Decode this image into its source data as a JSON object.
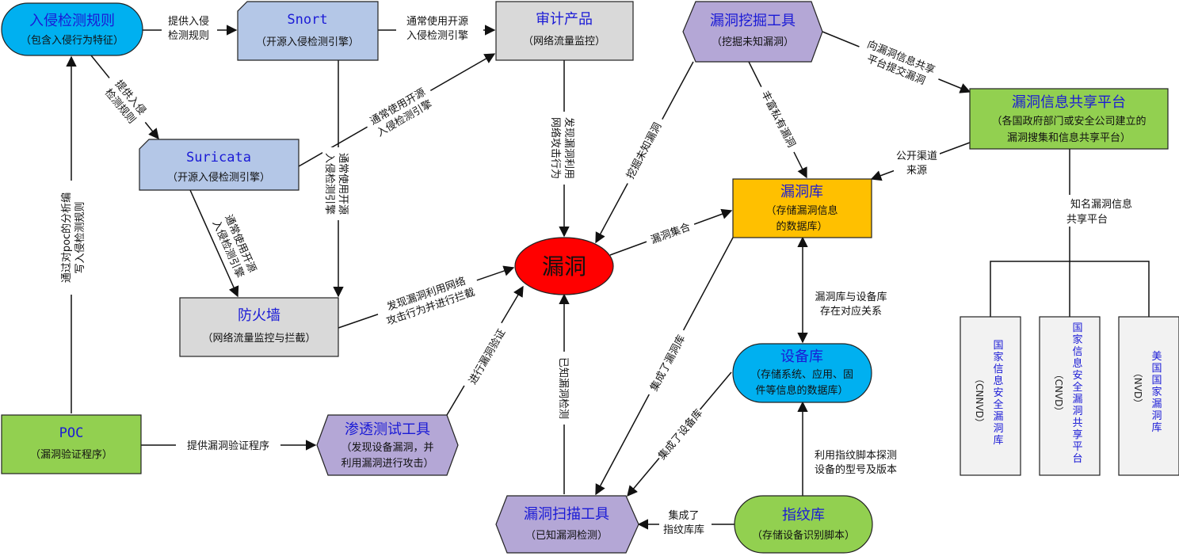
{
  "nodes": {
    "ids_rules": {
      "title": "入侵检测规则",
      "sub": "（包含入侵行为特征）",
      "color": "#00b0f0"
    },
    "snort": {
      "title": "Snort",
      "sub": "（开源入侵检测引擎）",
      "color": "#b4c7e7"
    },
    "audit": {
      "title": "审计产品",
      "sub": "（网络流量监控）",
      "color": "#d9d9d9"
    },
    "mining_tool": {
      "title": "漏洞挖掘工具",
      "sub": "（挖掘未知漏洞）",
      "color": "#b4a7d6"
    },
    "share_platform": {
      "title": "漏洞信息共享平台",
      "sub1": "（各国政府部门或安全公司建立的",
      "sub2": "漏洞搜集和信息共享平台）",
      "color": "#92d050"
    },
    "suricata": {
      "title": "Suricata",
      "sub": "（开源入侵检测引擎）",
      "color": "#b4c7e7"
    },
    "vuln_db": {
      "title": "漏洞库",
      "sub1": "（存储漏洞信息",
      "sub2": "的数据库）",
      "color": "#ffc000"
    },
    "vuln": {
      "title": "漏洞",
      "color": "#ff0000"
    },
    "firewall": {
      "title": "防火墙",
      "sub": "（网络流量监控与拦截）",
      "color": "#d9d9d9"
    },
    "device_db": {
      "title": "设备库",
      "sub1": "（存储系统、应用、固",
      "sub2": "件等信息的数据库）",
      "color": "#00b0f0"
    },
    "poc": {
      "title": "POC",
      "sub": "（漏洞验证程序）",
      "color": "#92d050"
    },
    "pentest": {
      "title": "渗透测试工具",
      "sub1": "（发现设备漏洞，并",
      "sub2": "利用漏洞进行攻击）",
      "color": "#b4a7d6"
    },
    "scan_tool": {
      "title": "漏洞扫描工具",
      "sub": "（已知漏洞检测）",
      "color": "#b4a7d6"
    },
    "fingerprint_db": {
      "title": "指纹库",
      "sub": "（存储设备识别脚本）",
      "color": "#92d050"
    },
    "cnnvd": {
      "title": "国家信息安全漏洞库",
      "sub": "（CNNVD）",
      "color": "#f2f2f2"
    },
    "cnvd": {
      "title": "国家信息安全漏洞共享平台",
      "sub": "（CNVD）",
      "color": "#f2f2f2"
    },
    "nvd": {
      "title": "美国国家漏洞库",
      "sub": "（NVD）",
      "color": "#f2f2f2"
    }
  },
  "edges": {
    "ids_to_snort_1": "提供入侵",
    "ids_to_snort_2": "检测规则",
    "snort_to_audit_1": "通常使用开源",
    "snort_to_audit_2": "入侵检测引擎",
    "ids_to_suricata_1": "提供入侵",
    "ids_to_suricata_2": "检测规则",
    "suricata_to_audit_1": "通常使用开源",
    "suricata_to_audit_2": "入侵检测引擎",
    "snort_to_firewall_1": "通常使用开源",
    "snort_to_firewall_2": "入侵检测引擎",
    "suricata_to_firewall_1": "通常使用开源",
    "suricata_to_firewall_2": "入侵检测引擎",
    "audit_to_vuln_1": "发现漏洞利用",
    "audit_to_vuln_2": "网络攻击行为",
    "mining_to_vuln": "挖掘未知漏洞",
    "mining_to_db": "丰富私有漏洞",
    "mining_to_share_1": "向漏洞信息共享",
    "mining_to_share_2": "平台提交漏洞",
    "share_to_db_1": "公开渠道",
    "share_to_db_2": "来源",
    "share_children_1": "知名漏洞信息",
    "share_children_2": "共享平台",
    "vuln_to_db": "漏洞集合",
    "db_device_1": "漏洞库与设备库",
    "db_device_2": "存在对应关系",
    "firewall_to_vuln_1": "发现漏洞利用网络",
    "firewall_to_vuln_2": "攻击行为并进行拦截",
    "poc_to_ids_1": "通过对poc的分析编",
    "poc_to_ids_2": "写入侵检测规则",
    "poc_to_pentest": "提供漏洞验证程序",
    "pentest_to_vuln": "进行漏洞验证",
    "scan_to_vuln": "已知漏洞检测",
    "db_to_scan": "集成了漏洞库",
    "device_to_scan": "集成了设备库",
    "fp_to_device_1": "利用指纹脚本探测",
    "fp_to_device_2": "设备的型号及版本",
    "fp_to_scan_1": "集成了",
    "fp_to_scan_2": "指纹库库"
  }
}
